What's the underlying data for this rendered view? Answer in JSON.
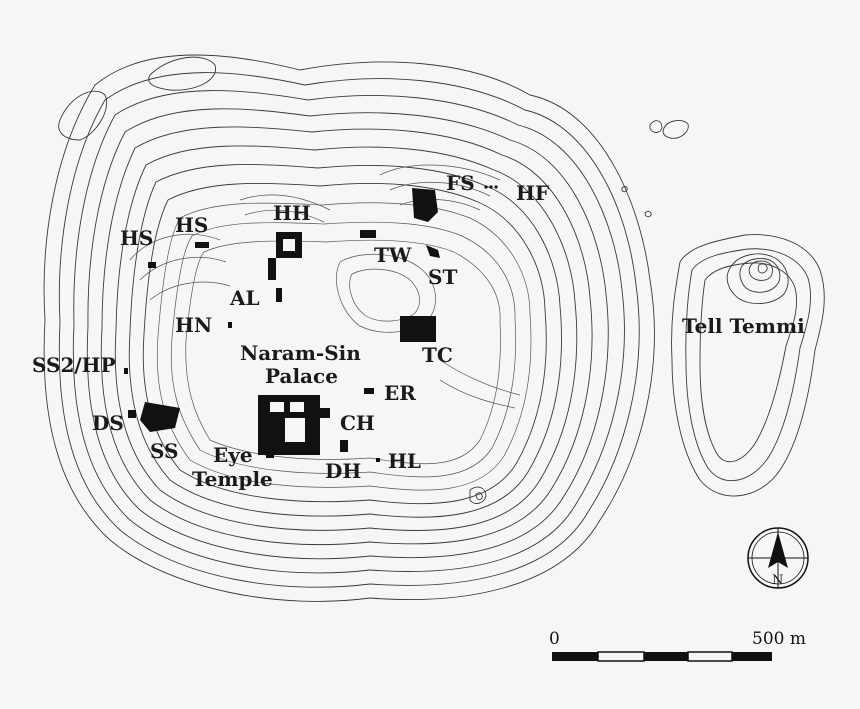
{
  "labels": {
    "hh": "HH",
    "fs": "FS",
    "hf": "HF",
    "hs_left": "HS",
    "hs_right": "HS",
    "tw": "TW",
    "st": "ST",
    "al": "AL",
    "hn": "HN",
    "tc": "TC",
    "naram_sin": "Naram-Sin",
    "palace": "Palace",
    "ss2hp": "SS2/HP",
    "er": "ER",
    "ds": "DS",
    "ch": "CH",
    "ss": "SS",
    "eye": "Eye",
    "temple": "Temple",
    "dh": "DH",
    "hl": "HL",
    "tell_temmi": "Tell Temmi"
  },
  "compass": {
    "north_label": "N"
  },
  "scale_bar": {
    "start": "0",
    "end": "500 m"
  },
  "colors": {
    "background": "#f6f6f6",
    "ink": "#111111"
  }
}
